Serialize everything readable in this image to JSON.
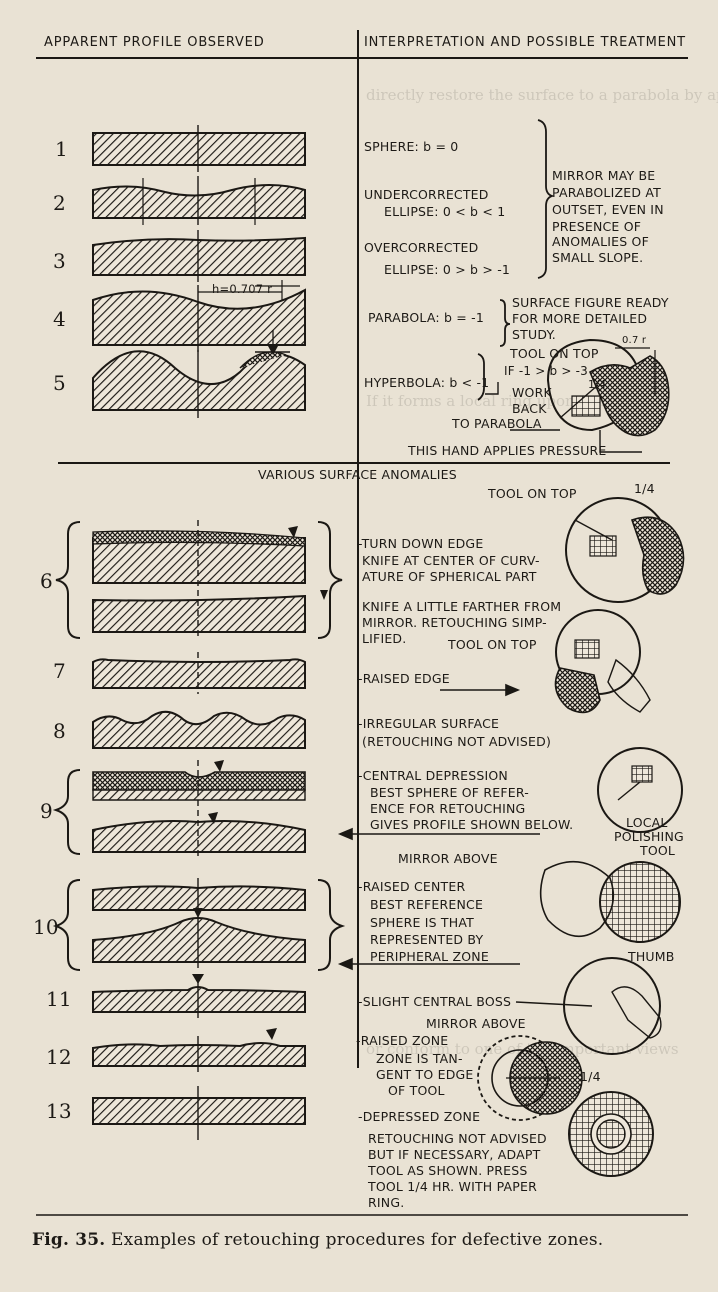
{
  "header": {
    "left": "APPARENT PROFILE OBSERVED",
    "right": "INTERPRETATION AND POSSIBLE TREATMENT"
  },
  "section": {
    "title": "VARIOUS SURFACE ANOMALIES"
  },
  "numbers": [
    "1",
    "2",
    "3",
    "4",
    "5",
    "6",
    "7",
    "8",
    "9",
    "10",
    "11",
    "12",
    "13"
  ],
  "profile_label": "h=0.707 r",
  "upper": {
    "sphere": "SPHERE: b = 0",
    "undercorrected_1": "UNDERCORRECTED",
    "undercorrected_2": "ELLIPSE: 0 < b < 1",
    "overcorrected_1": "OVERCORRECTED",
    "overcorrected_2": "ELLIPSE: 0 > b > -1",
    "parabola": "PARABOLA: b = -1",
    "hyperbola": "HYPERBOLA: b < -1",
    "mirror_note": [
      "MIRROR MAY BE",
      "PARABOLIZED AT",
      "OUTSET, EVEN IN",
      "PRESENCE OF",
      "ANOMALIES OF",
      "SMALL SLOPE."
    ],
    "parabola_note": [
      "SURFACE FIGURE READY",
      "FOR MORE DETAILED",
      "STUDY."
    ],
    "tool_on_top": "TOOL ON TOP",
    "if_cond": "IF -1 > b > -3",
    "work_back": [
      "WORK",
      "BACK"
    ],
    "to_parabola": "TO PARABOLA",
    "quarter": "1/4",
    "zero_seven": "0.7 r",
    "hand_pressure": "THIS HAND APPLIES PRESSURE"
  },
  "lower": {
    "tool_on_top": "TOOL ON TOP",
    "quarter": "1/4",
    "turn_down": "-TURN DOWN EDGE",
    "knife_center": [
      "KNIFE AT CENTER OF CURV-",
      "ATURE OF SPHERICAL PART"
    ],
    "knife_farther": [
      "KNIFE A LITTLE FARTHER FROM",
      "MIRROR. RETOUCHING SIMP-",
      "LIFIED."
    ],
    "tool_on_top_2": "TOOL ON TOP",
    "raised_edge": "-RAISED EDGE",
    "irregular": "-IRREGULAR SURFACE",
    "not_advised": "(RETOUCHING NOT ADVISED)",
    "central_dep": "-CENTRAL DEPRESSION",
    "best_sphere": [
      "BEST SPHERE OF REFER-",
      "ENCE FOR RETOUCHING",
      "GIVES PROFILE SHOWN BELOW."
    ],
    "local_tool": [
      "LOCAL",
      "POLISHING",
      "TOOL"
    ],
    "mirror_above": "MIRROR ABOVE",
    "raised_center": "-RAISED CENTER",
    "best_ref": [
      "BEST REFERENCE",
      "SPHERE IS THAT",
      "REPRESENTED BY",
      "PERIPHERAL ZONE"
    ],
    "thumb": "THUMB",
    "boss": "-SLIGHT CENTRAL BOSS",
    "mirror_above_2": "MIRROR ABOVE",
    "raised_zone": "-RAISED ZONE",
    "tangent": [
      "ZONE IS TAN-",
      "GENT TO EDGE",
      "OF TOOL"
    ],
    "quarter_2": "1/4",
    "depressed_zone": "-DEPRESSED ZONE",
    "dep_note": [
      "RETOUCHING NOT ADVISED",
      "BUT IF NECESSARY, ADAPT",
      "TOOL AS SHOWN. PRESS",
      "TOOL  1/4 HR. WITH PAPER",
      "RING."
    ]
  },
  "caption": {
    "fig": "Fig. 35.",
    "text": " Examples of retouching procedures for defective zones."
  },
  "palette": {
    "paper": "#e9e2d4",
    "ink": "#1b1814"
  }
}
